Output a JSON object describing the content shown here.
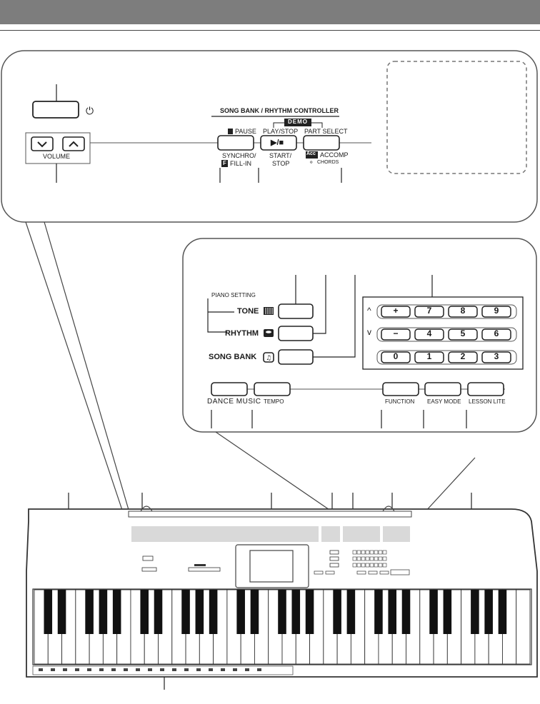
{
  "panel1": {
    "section_title": "SONG BANK / RHYTHM CONTROLLER",
    "demo_label": "DEMO",
    "pause_label": "PAUSE",
    "play_stop_label": "PLAY/STOP",
    "part_select_label": "PART SELECT",
    "volume_label": "VOLUME",
    "synchro_label": "SYNCHRO/",
    "fill_in_label": "FILL-IN",
    "fill_in_badge": "F",
    "start_stop_line1": "START/",
    "start_stop_line2": "STOP",
    "play_stop_glyph": "▶/■",
    "acc_badge": "Acc",
    "accomp_label": "ACCOMP",
    "chords_label": "CHORDS",
    "power_glyph": "⏻"
  },
  "panel2": {
    "piano_setting_label": "PIANO SETTING",
    "tone_label": "TONE",
    "rhythm_label": "RHYTHM",
    "song_bank_label": "SONG BANK",
    "keypad_rows": [
      {
        "prefix": "^",
        "keys": [
          "+",
          "7",
          "8",
          "9"
        ]
      },
      {
        "prefix": "v",
        "keys": [
          "−",
          "4",
          "5",
          "6"
        ]
      },
      {
        "prefix": "",
        "keys": [
          "0",
          "1",
          "2",
          "3"
        ]
      }
    ],
    "dance_music_label": "DANCE MUSIC",
    "tempo_label": "TEMPO",
    "function_label": "FUNCTION",
    "easy_mode_label": "EASY MODE",
    "lesson_lite_label": "LESSON LITE"
  },
  "keyboard": {
    "white_key_count": 36
  }
}
